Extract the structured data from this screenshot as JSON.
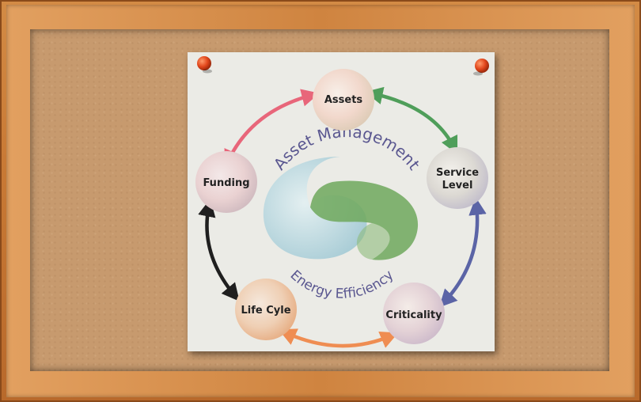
{
  "diagram": {
    "title": "Asset Management",
    "subtitle": "Energy Efficiency",
    "nodes": [
      {
        "id": "assets",
        "label": "Assets"
      },
      {
        "id": "service",
        "label_line1": "Service",
        "label_line2": "Level"
      },
      {
        "id": "criticality",
        "label": "Criticality"
      },
      {
        "id": "lifecycle",
        "label": "Life Cyle"
      },
      {
        "id": "funding",
        "label": "Funding"
      }
    ]
  },
  "colors": {
    "arrow_assets_service": "#4f9e5a",
    "arrow_service_criticality": "#5b64a6",
    "arrow_criticality_lifecycle": "#ef8d52",
    "arrow_lifecycle_funding": "#1f1f1f",
    "arrow_funding_assets": "#e8667a",
    "yin_blue": "#a9cfd8",
    "yang_green": "#6fa85c",
    "title_text": "#5a5790"
  }
}
